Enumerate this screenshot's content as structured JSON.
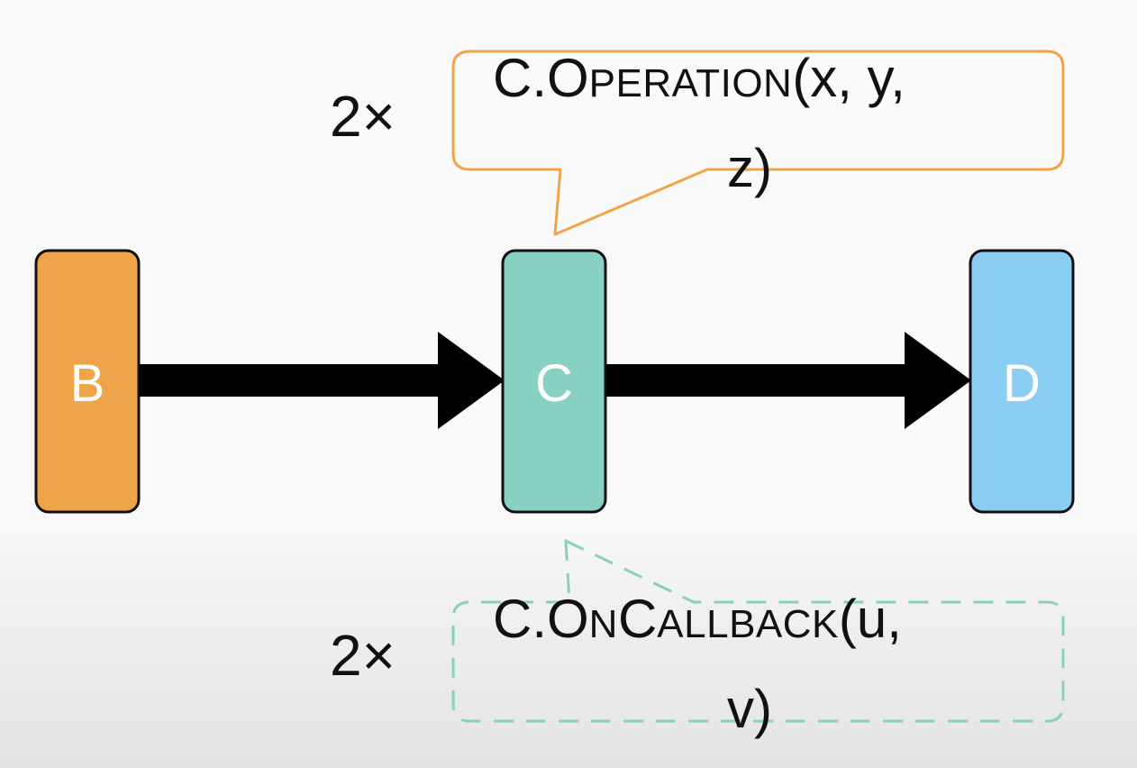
{
  "nodes": [
    {
      "id": "B",
      "label": "B",
      "color": "#f0a44a"
    },
    {
      "id": "C",
      "label": "C",
      "color": "#86d1c1"
    },
    {
      "id": "D",
      "label": "D",
      "color": "#8acff3"
    }
  ],
  "edges": [
    {
      "from": "B",
      "to": "C"
    },
    {
      "from": "C",
      "to": "D"
    }
  ],
  "top_callout": {
    "count": "2×",
    "prefix": "C.",
    "method_first": "O",
    "method_rest": "PERATION",
    "args_line1": "(x, y,",
    "args_line2": "z)",
    "border_color": "#f0a44a",
    "border_style": "solid"
  },
  "bottom_callout": {
    "count": "2×",
    "prefix": "C.",
    "method_part1_first": "O",
    "method_part1_rest": "N",
    "method_part2_first": "C",
    "method_part2_rest": "ALLBACK",
    "args_line1": "(u,",
    "args_line2": "v)",
    "border_color": "#86d1c1",
    "border_style": "dashed"
  }
}
